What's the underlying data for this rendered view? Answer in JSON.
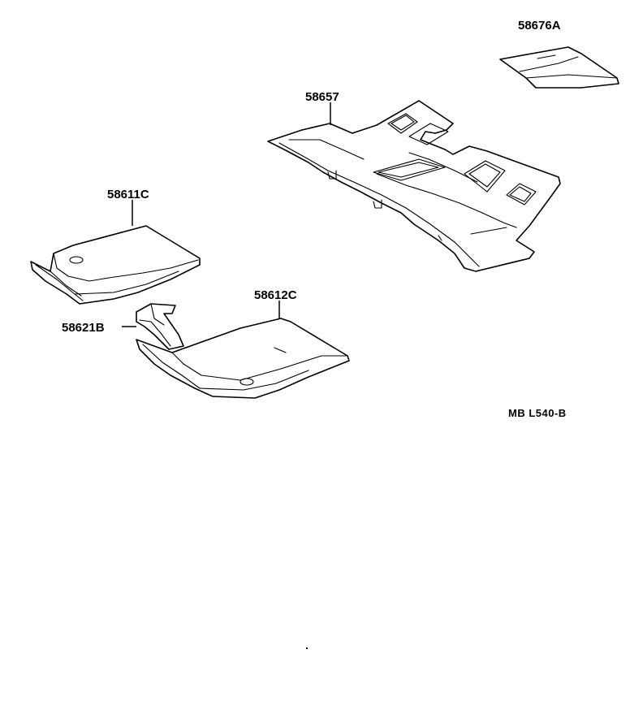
{
  "parts": {
    "p58676a": {
      "label": "58676A"
    },
    "p58657": {
      "label": "58657"
    },
    "p58611c": {
      "label": "58611C"
    },
    "p58612c": {
      "label": "58612C"
    },
    "p58621b": {
      "label": "58621B"
    }
  },
  "diagram_ref": "MB L540-B"
}
